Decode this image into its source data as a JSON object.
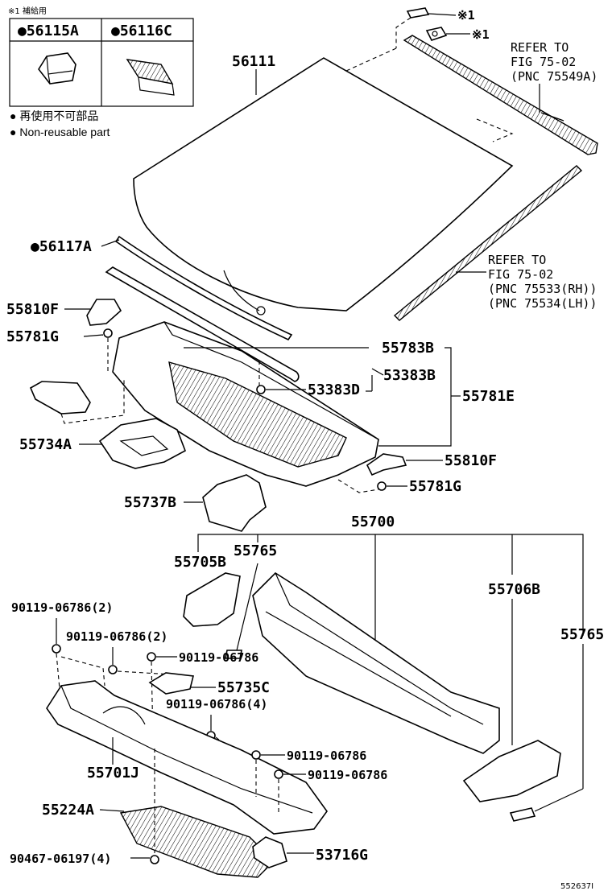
{
  "legend": {
    "supply_note": "※1 補給用",
    "box_left_label": "●56115A",
    "box_right_label": "●56116C",
    "non_reusable_jp": "● 再使用不可部品",
    "non_reusable_en": "● Non-reusable part"
  },
  "callouts": {
    "windshield": "56111",
    "clip_note_1": "※1",
    "clip_note_2": "※1",
    "molding_ref": [
      "REFER TO",
      "FIG 75-02",
      "(PNC 75549A)"
    ],
    "side_molding_ref": [
      "REFER TO",
      "FIG 75-02",
      "(PNC 75533(RH))",
      "(PNC 75534(LH))"
    ],
    "dam": "●56117A",
    "bracket_left": "55810F",
    "clip_left": "55781G",
    "seal_55783B": "55783B",
    "seal_53383B": "53383B",
    "clip_53383D": "53383D",
    "cowl_louver": "55781E",
    "cover_55734A": "55734A",
    "bracket_right": "55810F",
    "clip_right": "55781G",
    "duct_55737B": "55737B",
    "panel_55700": "55700",
    "bracket_55705B": "55705B",
    "plate_55765_top": "55765",
    "bracket_55706B": "55706B",
    "plate_55765_right": "55765",
    "bolt_a": "90119-06786(2)",
    "bolt_b": "90119-06786(2)",
    "bolt_c": "90119-06786",
    "bracket_55735C": "55735C",
    "bolt_d": "90119-06786(4)",
    "panel_55701J": "55701J",
    "bolt_e": "90119-06786",
    "bolt_f": "90119-06786",
    "shield_55224A": "55224A",
    "screw_90467": "90467-06197(4)",
    "bracket_53716G": "53716G",
    "illustration_id": "552637I"
  }
}
